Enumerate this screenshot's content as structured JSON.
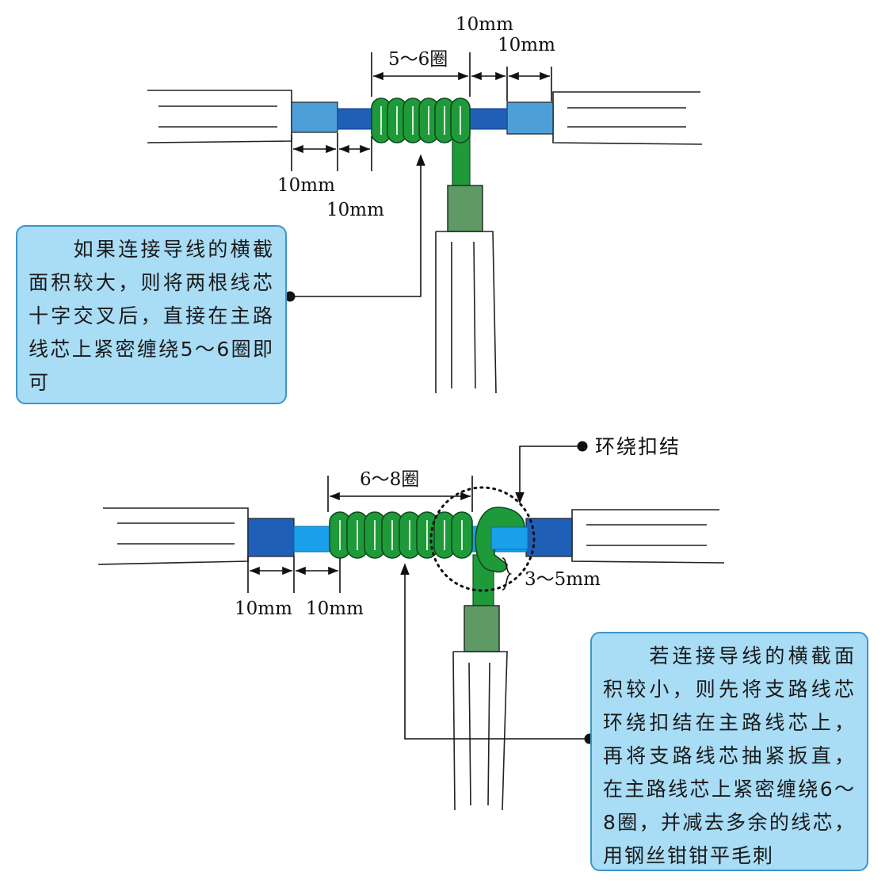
{
  "top_diagram": {
    "turns_label": "5～6圈",
    "dim_top_upper": "10mm",
    "dim_top_lower": "10mm",
    "dim_left_outer": "10mm",
    "dim_left_inner": "10mm",
    "callout_text": "　　如果连接导线的横截面积较大，则将两根线芯十字交叉后，直接在主路线芯上紧密缠绕5～6圈即可"
  },
  "bottom_diagram": {
    "turns_label": "6～8圈",
    "knot_label": "环绕扣结",
    "gap_label": "3～5mm",
    "dim_left_outer": "10mm",
    "dim_left_inner": "10mm",
    "callout_text": "　　若连接导线的横截面积较小，则先将支路线芯环绕扣结在主路线芯上，再将支路线芯抽紧扳直，在主路线芯上紧密缠绕6～8圈，并减去多余的线芯，用钢丝钳钳平毛刺"
  },
  "colors": {
    "insulation_blue_light": "#4d9fd8",
    "core_blue_dark": "#1f5fb8",
    "core_blue_bright": "#1aa0ea",
    "winding_green": "#1f9a3a",
    "sheath_green": "#5f9a64",
    "callout_fill": "#a9dcf5",
    "callout_border": "#3c96c8"
  }
}
